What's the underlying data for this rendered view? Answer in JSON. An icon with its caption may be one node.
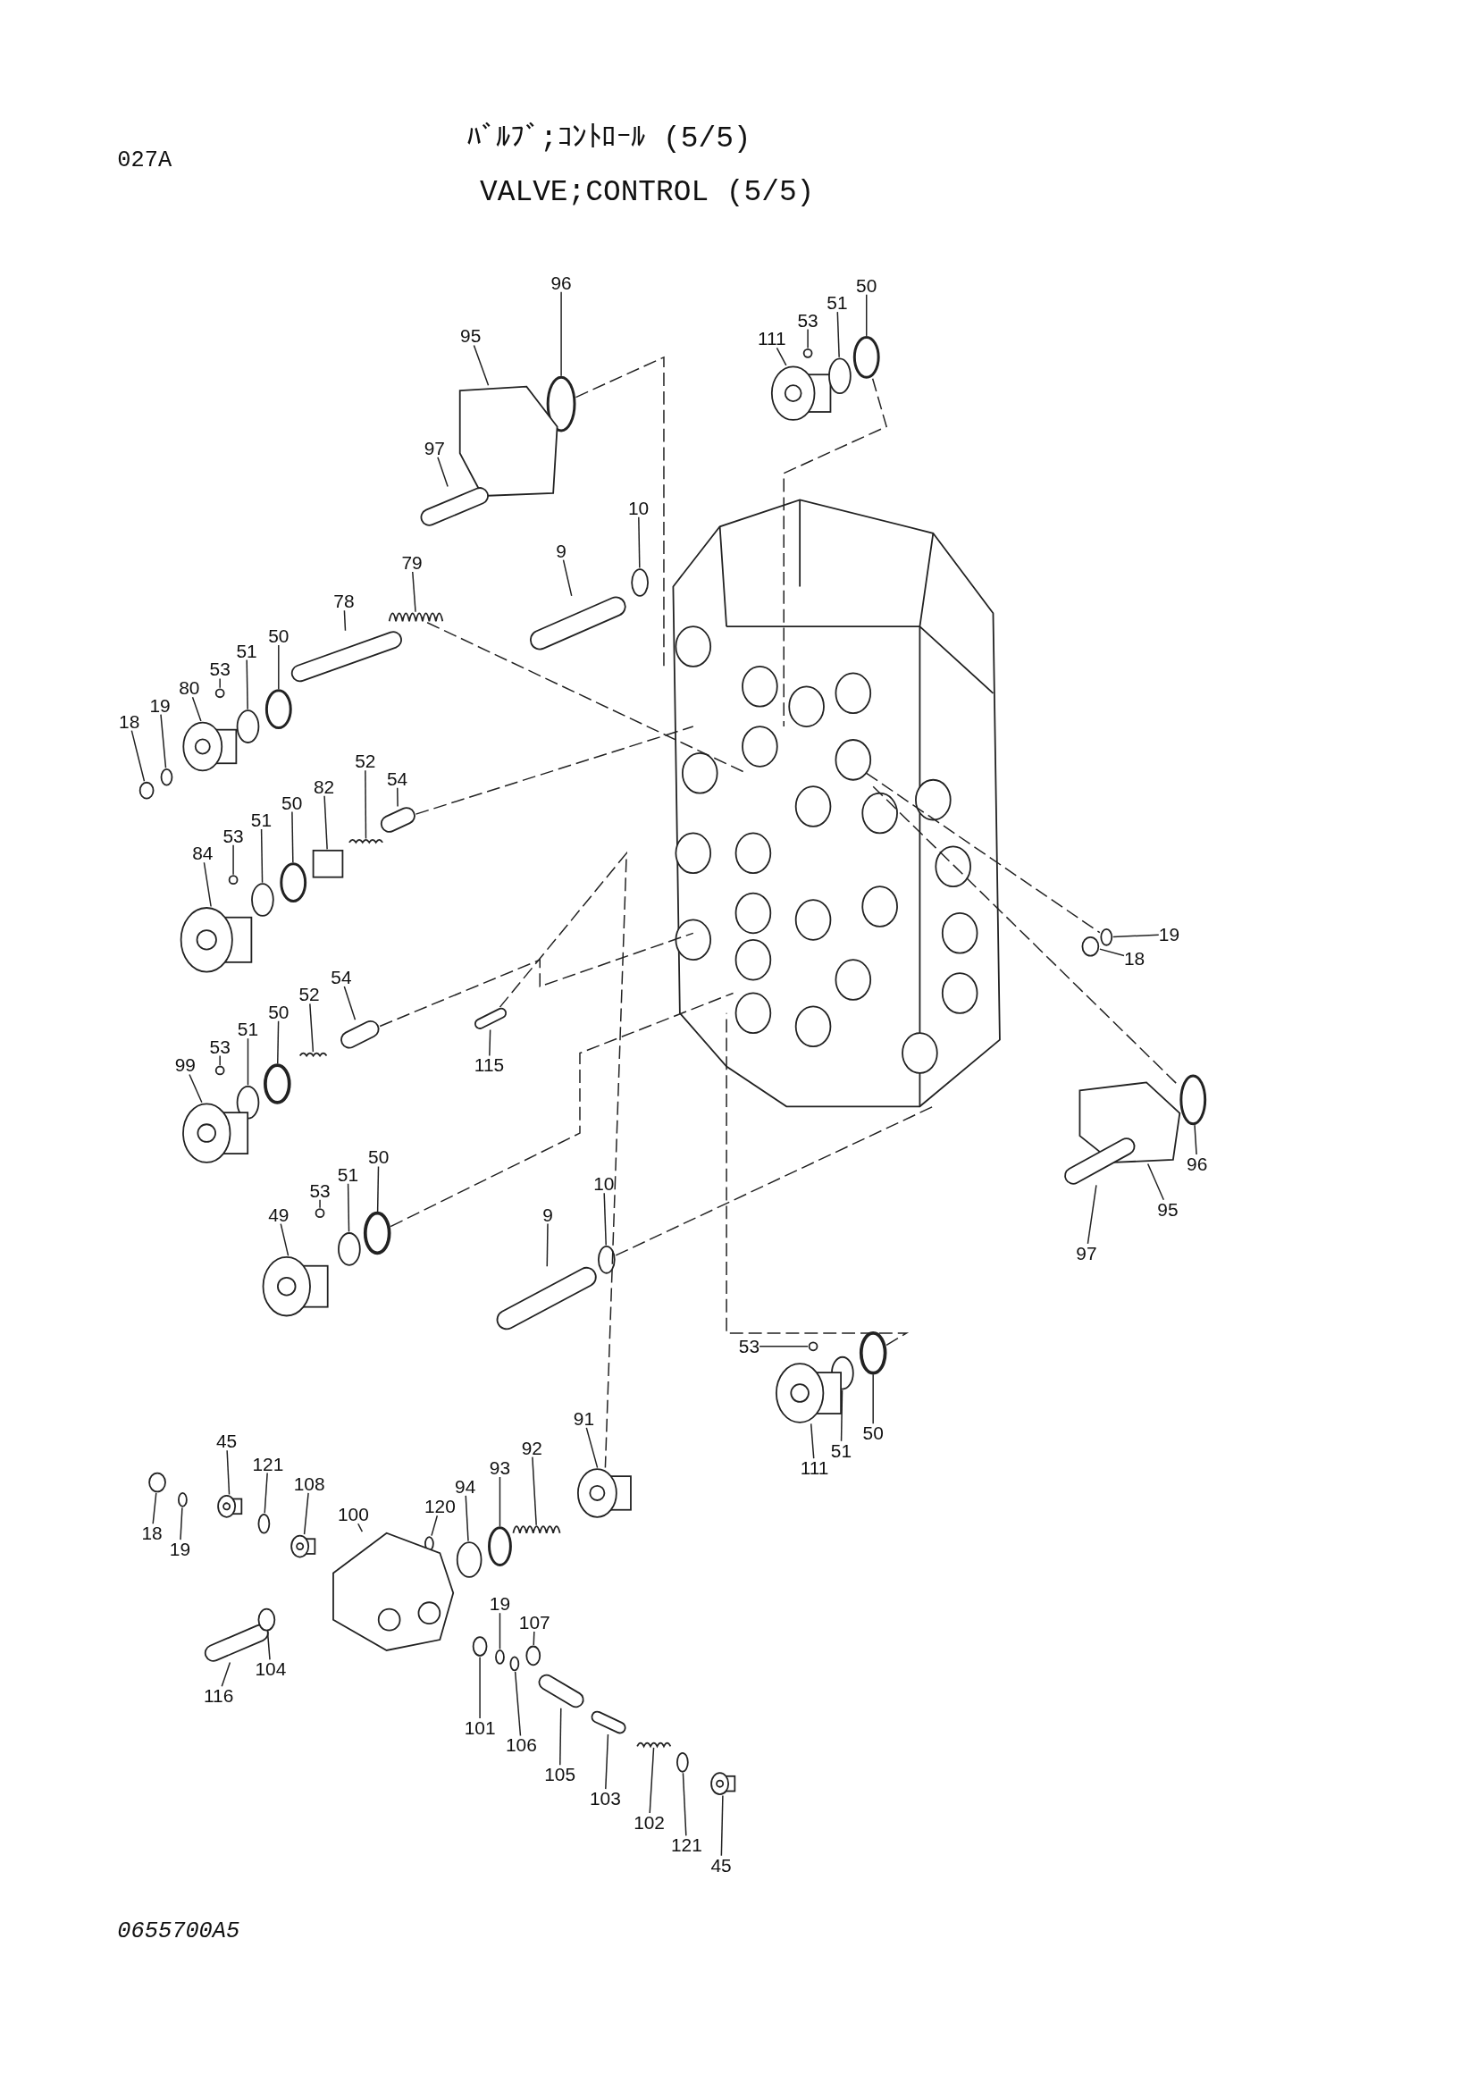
{
  "diagram": {
    "title": "ﾊﾞﾙﾌﾞ;ｺﾝﾄﾛｰﾙ (5/5)",
    "nodes": [
      {
        "text": [
          "96"
        ]
      },
      {
        "text": [
          "95"
        ]
      },
      {
        "text": [
          "97"
        ]
      },
      {
        "text": [
          "111"
        ]
      },
      {
        "text": [
          "53"
        ]
      },
      {
        "text": [
          "51"
        ]
      },
      {
        "text": [
          "50"
        ]
      },
      {
        "text": [
          "10"
        ]
      },
      {
        "text": [
          "9"
        ]
      },
      {
        "text": [
          "79"
        ]
      },
      {
        "text": [
          "78"
        ]
      },
      {
        "text": [
          "50"
        ]
      },
      {
        "text": [
          "51"
        ]
      },
      {
        "text": [
          "53"
        ]
      },
      {
        "text": [
          "80"
        ]
      },
      {
        "text": [
          "19"
        ]
      },
      {
        "text": [
          "18"
        ]
      },
      {
        "text": [
          "54"
        ]
      },
      {
        "text": [
          "52"
        ]
      },
      {
        "text": [
          "82"
        ]
      },
      {
        "text": [
          "50"
        ]
      },
      {
        "text": [
          "51"
        ]
      },
      {
        "text": [
          "53"
        ]
      },
      {
        "text": [
          "84"
        ]
      },
      {
        "text": [
          "19"
        ]
      },
      {
        "text": [
          "18"
        ]
      },
      {
        "text": [
          "54"
        ]
      },
      {
        "text": [
          "52"
        ]
      },
      {
        "text": [
          "50"
        ]
      },
      {
        "text": [
          "51"
        ]
      },
      {
        "text": [
          "53"
        ]
      },
      {
        "text": [
          "99"
        ]
      },
      {
        "text": [
          "115"
        ]
      },
      {
        "text": [
          "96"
        ]
      },
      {
        "text": [
          "95"
        ]
      },
      {
        "text": [
          "97"
        ]
      },
      {
        "text": [
          "50"
        ]
      },
      {
        "text": [
          "51"
        ]
      },
      {
        "text": [
          "53"
        ]
      },
      {
        "text": [
          "49"
        ]
      },
      {
        "text": [
          "10"
        ]
      },
      {
        "text": [
          "9"
        ]
      },
      {
        "text": [
          "53"
        ]
      },
      {
        "text": [
          "50"
        ]
      },
      {
        "text": [
          "51"
        ]
      },
      {
        "text": [
          "111"
        ]
      },
      {
        "text": [
          "45"
        ]
      },
      {
        "text": [
          "121"
        ]
      },
      {
        "text": [
          "91"
        ]
      },
      {
        "text": [
          "92"
        ]
      },
      {
        "text": [
          "93"
        ]
      },
      {
        "text": [
          "94"
        ]
      },
      {
        "text": [
          "108"
        ]
      },
      {
        "text": [
          "120"
        ]
      },
      {
        "text": [
          "100"
        ]
      },
      {
        "text": [
          "18"
        ]
      },
      {
        "text": [
          "19"
        ]
      },
      {
        "text": [
          "19"
        ]
      },
      {
        "text": [
          "107"
        ]
      },
      {
        "text": [
          "116"
        ]
      },
      {
        "text": [
          "104"
        ]
      },
      {
        "text": [
          "101"
        ]
      },
      {
        "text": [
          "106"
        ]
      },
      {
        "text": [
          "105"
        ]
      },
      {
        "text": [
          "103"
        ]
      },
      {
        "text": [
          "102"
        ]
      },
      {
        "text": [
          "121"
        ]
      },
      {
        "text": [
          "45"
        ]
      },
      {
        "text": [],
        "shape": "circle"
      },
      {
        "text": [],
        "shape": "box"
      },
      {
        "text": [],
        "shape": "picture"
      },
      {
        "text": [],
        "shape": "picture"
      },
      {
        "text": [],
        "shape": "circle"
      },
      {
        "text": [],
        "shape": "circle"
      },
      {
        "text": [],
        "shape": "circle"
      },
      {
        "text": [],
        "shape": "circle"
      },
      {
        "text": [],
        "shape": "picture"
      },
      {
        "text": [],
        "shape": "picture"
      },
      {
        "text": [],
        "shape": "picture"
      },
      {
        "text": [],
        "shape": "circle"
      },
      {
        "text": [],
        "shape": "circle"
      },
      {
        "text": [],
        "shape": "circle"
      },
      {
        "text": [],
        "shape": "picture"
      },
      {
        "text": [],
        "shape": "circle"
      },
      {
        "text": [],
        "shape": "circle"
      },
      {
        "text": [],
        "shape": "picture"
      },
      {
        "text": [],
        "shape": "picture"
      },
      {
        "text": [],
        "shape": "box"
      },
      {
        "text": [],
        "shape": "circle"
      },
      {
        "text": [],
        "shape": "circle"
      },
      {
        "text": [],
        "shape": "circle"
      },
      {
        "text": [],
        "shape": "picture"
      },
      {
        "text": [],
        "shape": "circle"
      },
      {
        "text": [],
        "shape": "circle"
      },
      {
        "text": [],
        "shape": "picture"
      },
      {
        "text": [],
        "shape": "picture"
      },
      {
        "text": [],
        "shape": "circle"
      },
      {
        "text": [],
        "shape": "circle"
      },
      {
        "text": [],
        "shape": "circle"
      },
      {
        "text": [],
        "shape": "picture"
      },
      {
        "text": [],
        "shape": "picture"
      },
      {
        "text": [],
        "shape": "circle"
      },
      {
        "text": [],
        "shape": "box"
      },
      {
        "text": [],
        "shape": "picture"
      },
      {
        "text": [],
        "shape": "circle"
      },
      {
        "text": [],
        "shape": "circle"
      },
      {
        "text": [],
        "shape": "circle"
      },
      {
        "text": [],
        "shape": "picture"
      },
      {
        "text": [],
        "shape": "circle"
      },
      {
        "text": [],
        "shape": "picture"
      },
      {
        "text": [],
        "shape": "circle"
      },
      {
        "text": [],
        "shape": "circle"
      },
      {
        "text": [],
        "shape": "circle"
      },
      {
        "text": [],
        "shape": "picture"
      },
      {
        "text": [],
        "shape": "picture"
      },
      {
        "text": [],
        "shape": "circle"
      },
      {
        "text": [],
        "shape": "picture"
      },
      {
        "text": [],
        "shape": "picture"
      },
      {
        "text": [],
        "shape": "circle"
      },
      {
        "text": [],
        "shape": "circle"
      },
      {
        "text": [],
        "shape": "picture"
      },
      {
        "text": [],
        "shape": "circle"
      },
      {
        "text": [],
        "shape": "box"
      },
      {
        "text": [],
        "shape": "circle"
      },
      {
        "text": [],
        "shape": "circle"
      },
      {
        "text": [],
        "shape": "circle"
      },
      {
        "text": [],
        "shape": "circle"
      },
      {
        "text": [],
        "shape": "picture"
      },
      {
        "text": [],
        "shape": "circle"
      },
      {
        "text": [],
        "shape": "circle"
      },
      {
        "text": [],
        "shape": "circle"
      },
      {
        "text": [],
        "shape": "picture"
      },
      {
        "text": [],
        "shape": "picture"
      },
      {
        "text": [],
        "shape": "picture"
      },
      {
        "text": [],
        "shape": "circle"
      },
      {
        "text": [],
        "shape": "picture"
      },
      {
        "text": [],
        "shape": "picture"
      }
    ],
    "edges": [
      {
        "from": 0,
        "to": 68,
        "arrow": "none"
      },
      {
        "from": 1,
        "to": 69,
        "arrow": "none"
      },
      {
        "from": 2,
        "to": 70,
        "arrow": "none"
      },
      {
        "from": 3,
        "to": 71,
        "arrow": "none"
      },
      {
        "from": 4,
        "to": 72,
        "arrow": "none"
      },
      {
        "from": 5,
        "to": 73,
        "arrow": "none"
      },
      {
        "from": 6,
        "to": 74,
        "arrow": "none"
      },
      {
        "from": 7,
        "to": 75,
        "arrow": "none"
      },
      {
        "from": 8,
        "to": 76,
        "arrow": "none"
      },
      {
        "from": 9,
        "to": 77,
        "arrow": "none"
      },
      {
        "from": 10,
        "to": 78,
        "arrow": "none"
      },
      {
        "from": 11,
        "to": 79,
        "arrow": "none"
      },
      {
        "from": 12,
        "to": 80,
        "arrow": "none"
      },
      {
        "from": 13,
        "to": 81,
        "arrow": "none"
      },
      {
        "from": 14,
        "to": 82,
        "arrow": "none"
      },
      {
        "from": 15,
        "to": 83,
        "arrow": "none"
      },
      {
        "from": 16,
        "to": 84,
        "arrow": "none"
      },
      {
        "from": 17,
        "to": 85,
        "arrow": "none"
      },
      {
        "from": 18,
        "to": 86,
        "arrow": "none"
      },
      {
        "from": 19,
        "to": 87,
        "arrow": "none"
      },
      {
        "from": 20,
        "to": 88,
        "arrow": "none"
      },
      {
        "from": 21,
        "to": 89,
        "arrow": "none"
      },
      {
        "from": 22,
        "to": 90,
        "arrow": "none"
      },
      {
        "from": 23,
        "to": 91,
        "arrow": "none"
      },
      {
        "from": 24,
        "to": 92,
        "arrow": "none"
      },
      {
        "from": 25,
        "to": 93,
        "arrow": "none"
      },
      {
        "from": 26,
        "to": 94,
        "arrow": "none"
      },
      {
        "from": 27,
        "to": 95,
        "arrow": "none"
      },
      {
        "from": 28,
        "to": 96,
        "arrow": "none"
      },
      {
        "from": 29,
        "to": 97,
        "arrow": "none"
      },
      {
        "from": 30,
        "to": 98,
        "arrow": "none"
      },
      {
        "from": 31,
        "to": 99,
        "arrow": "none"
      },
      {
        "from": 32,
        "to": 100,
        "arrow": "none"
      },
      {
        "from": 33,
        "to": 101,
        "arrow": "none"
      },
      {
        "from": 34,
        "to": 102,
        "arrow": "none"
      },
      {
        "from": 35,
        "to": 103,
        "arrow": "none"
      },
      {
        "from": 36,
        "to": 104,
        "arrow": "none"
      },
      {
        "from": 37,
        "to": 105,
        "arrow": "none"
      },
      {
        "from": 38,
        "to": 106,
        "arrow": "none"
      },
      {
        "from": 39,
        "to": 107,
        "arrow": "none"
      },
      {
        "from": 40,
        "to": 108,
        "arrow": "none"
      },
      {
        "from": 41,
        "to": 109,
        "arrow": "none"
      },
      {
        "from": 42,
        "to": 110,
        "arrow": "none"
      },
      {
        "from": 43,
        "to": 111,
        "arrow": "none"
      },
      {
        "from": 44,
        "to": 112,
        "arrow": "none"
      },
      {
        "from": 45,
        "to": 113,
        "arrow": "none"
      },
      {
        "from": 46,
        "to": 114,
        "arrow": "none"
      },
      {
        "from": 47,
        "to": 115,
        "arrow": "none"
      },
      {
        "from": 48,
        "to": 116,
        "arrow": "none"
      },
      {
        "from": 49,
        "to": 117,
        "arrow": "none"
      },
      {
        "from": 50,
        "to": 118,
        "arrow": "none"
      },
      {
        "from": 51,
        "to": 119,
        "arrow": "none"
      },
      {
        "from": 52,
        "to": 120,
        "arrow": "none"
      },
      {
        "from": 53,
        "to": 121,
        "arrow": "none"
      },
      {
        "from": 54,
        "to": 122,
        "arrow": "none"
      },
      {
        "from": 55,
        "to": 123,
        "arrow": "none"
      },
      {
        "from": 56,
        "to": 124,
        "arrow": "none"
      },
      {
        "from": 57,
        "to": 125,
        "arrow": "none"
      },
      {
        "from": 58,
        "to": 126,
        "arrow": "none"
      },
      {
        "from": 59,
        "to": 127,
        "arrow": "none"
      },
      {
        "from": 60,
        "to": 128,
        "arrow": "none"
      },
      {
        "from": 61,
        "to": 129,
        "arrow": "none"
      },
      {
        "from": 62,
        "to": 130,
        "arrow": "none"
      },
      {
        "from": 63,
        "to": 131,
        "arrow": "none"
      },
      {
        "from": 64,
        "to": 132,
        "arrow": "none"
      },
      {
        "from": 65,
        "to": 133,
        "arrow": "none"
      },
      {
        "from": 66,
        "to": 134,
        "arrow": "none"
      },
      {
        "from": 67,
        "to": 135,
        "arrow": "none"
      },
      {
        "from": 68,
        "to": 136,
        "arrow": "none",
        "style": "dashed"
      },
      {
        "from": 74,
        "to": 136,
        "arrow": "none",
        "style": "dashed"
      },
      {
        "from": 77,
        "to": 136,
        "arrow": "none",
        "style": "dashed"
      },
      {
        "from": 85,
        "to": 136,
        "arrow": "none",
        "style": "dashed"
      },
      {
        "from": 94,
        "to": 136,
        "arrow": "none",
        "style": "dashed"
      },
      {
        "from": 100,
        "to": 116,
        "arrow": "none",
        "style": "dashed"
      },
      {
        "from": 104,
        "to": 136,
        "arrow": "none",
        "style": "dashed"
      },
      {
        "from": 108,
        "to": 136,
        "arrow": "none",
        "style": "dashed"
      },
      {
        "from": 111,
        "to": 136,
        "arrow": "none",
        "style": "dashed"
      },
      {
        "from": 136,
        "to": 92,
        "arrow": "none",
        "style": "dashed"
      },
      {
        "from": 136,
        "to": 101,
        "arrow": "none",
        "style": "dashed"
      }
    ],
    "labels": [
      "027A",
      "VALVE;CONTROL (5/5)",
      "0655700A5"
    ]
  }
}
